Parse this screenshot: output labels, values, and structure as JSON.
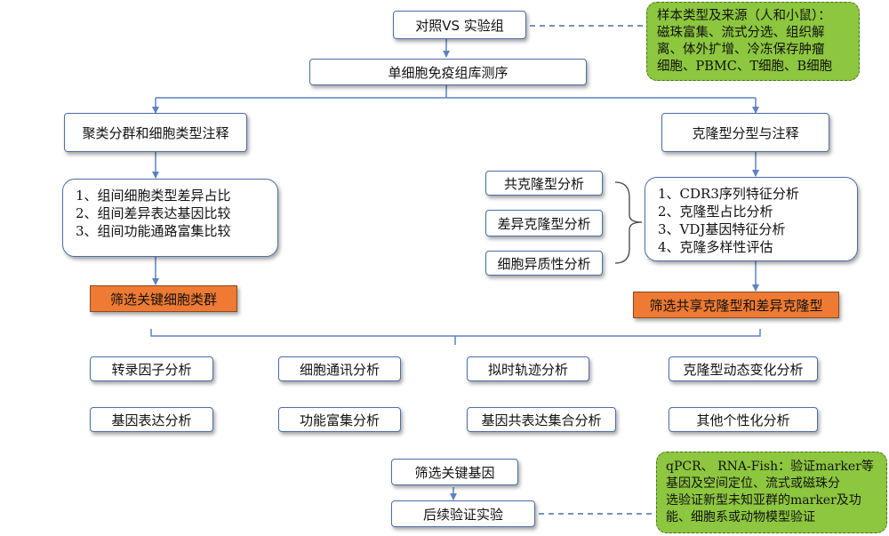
{
  "top": {
    "compare": "对照VS 实验组",
    "sequencing": "单细胞免疫组库测序"
  },
  "sample_note": {
    "lines": [
      "样本类型及来源（人和小鼠）：",
      "磁珠富集、流式分选、组织解",
      "离、体外扩增、冷冻保存肿瘤",
      "细胞、PBMC、T细胞、B细胞"
    ]
  },
  "left": {
    "title": "聚类分群和细胞类型注释",
    "items": [
      "1、组间细胞类型差异占比",
      "2、组间差异表达基因比较",
      "3、组间功能通路富集比较"
    ],
    "result": "筛选关键细胞类群"
  },
  "right": {
    "title": "克隆型分型与注释",
    "items": [
      "1、CDR3序列特征分析",
      "2、克隆型占比分析",
      "3、VDJ基因特征分析",
      "4、克隆多样性评估"
    ],
    "result": "筛选共享克隆型和差异克隆型",
    "side_boxes": [
      "共克隆型分析",
      "差异克隆型分析",
      "细胞异质性分析"
    ]
  },
  "analyses": {
    "row1": [
      "转录因子分析",
      "细胞通讯分析",
      "拟时轨迹分析",
      "克隆型动态变化分析"
    ],
    "row2": [
      "基因表达分析",
      "功能富集分析",
      "基因共表达集合分析",
      "其他个性化分析"
    ]
  },
  "bottom": {
    "select_genes": "筛选关键基因",
    "validation": "后续验证实验"
  },
  "validation_note": {
    "lines": [
      "qPCR、 RNA-Fish：验证marker等",
      "基因及空间定位、流式或磁珠分",
      "选验证新型未知亚群的marker及功",
      "能、细胞系或动物模型验证"
    ]
  },
  "colors": {
    "box_border": "#4a6fa5",
    "connector": "#5b82c0",
    "highlight": "#ee7a33",
    "note_fill": "#8dc63f"
  }
}
